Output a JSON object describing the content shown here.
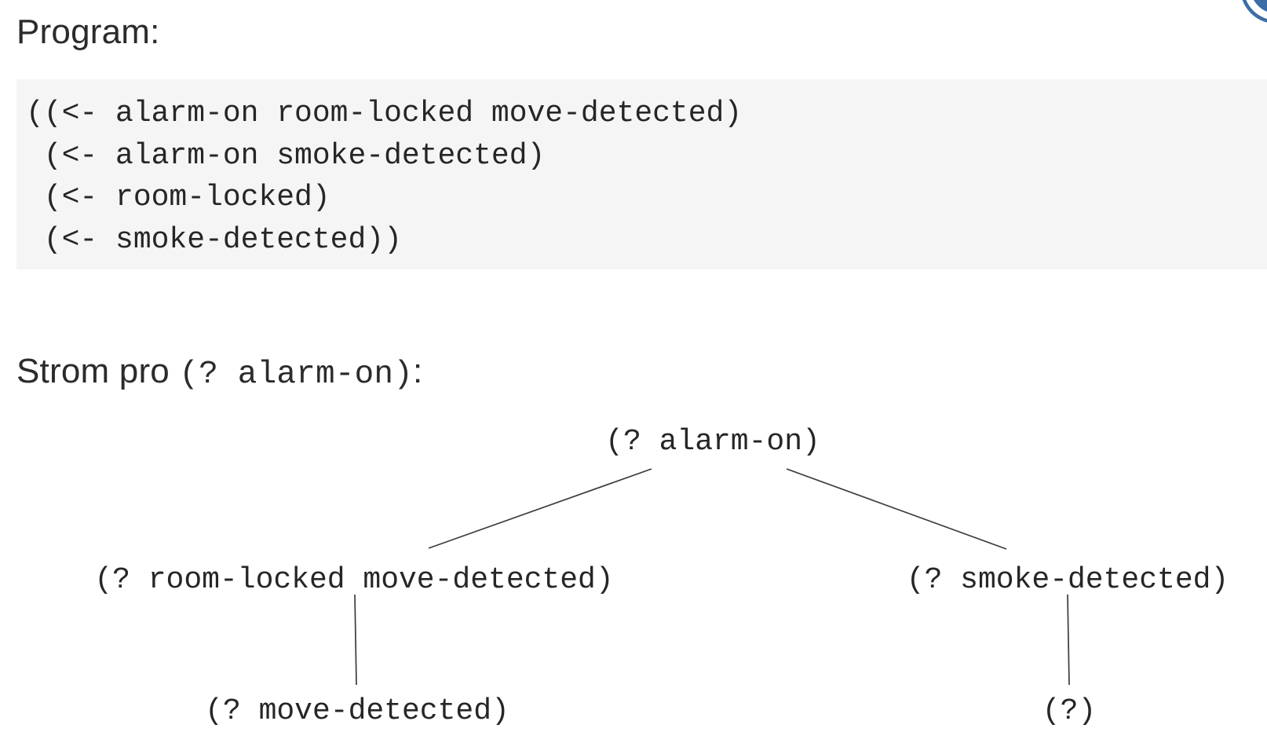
{
  "slide": {
    "program_heading": "Program:",
    "program": {
      "lines": [
        "((<- alarm-on room-locked move-detected)",
        " (<- alarm-on smoke-detected)",
        " (<- room-locked)",
        " (<- smoke-detected))"
      ]
    },
    "tree_heading": {
      "prefix": "Strom pro ",
      "query": "(? alarm-on)",
      "suffix": ":"
    },
    "tree": {
      "root": {
        "label": "(? alarm-on)"
      },
      "left_child": {
        "label": "(? room-locked move-detected)"
      },
      "right_child": {
        "label": "(? smoke-detected)"
      },
      "left_leaf": {
        "label": "(? move-detected)"
      },
      "right_leaf": {
        "label": "(?)"
      }
    },
    "icons": {
      "corner_logo": "clipped-blue-circular-emblem"
    },
    "colors": {
      "background": "#ffffff",
      "code_background": "#f5f5f5",
      "text": "#262626",
      "heading_text": "#2b2b2b",
      "edge_line": "#3c3c3c",
      "accent_blue": "#3c6da6"
    }
  }
}
